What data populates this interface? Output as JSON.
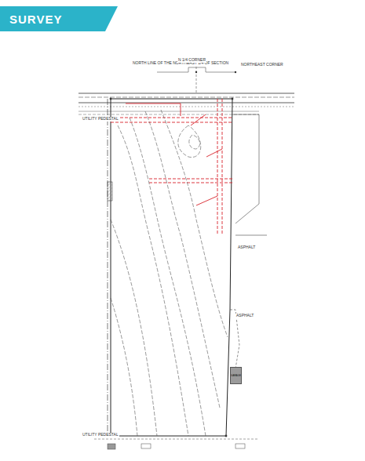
{
  "diagram": {
    "nodes": [
      {
        "text": [
          "SURVEY"
        ]
      },
      {
        "text": [
          "GARAGE"
        ]
      }
    ],
    "labels": [
      "NORTH LINE OF THE NORTHEAST 1/4 OF SECTION",
      "NORTHEAST CORNER",
      "N 1/4 CORNER",
      "UTILITY PEDESTAL",
      "ASPHALT",
      "ASPHALT",
      "UTILITY PEDESTAL"
    ]
  }
}
